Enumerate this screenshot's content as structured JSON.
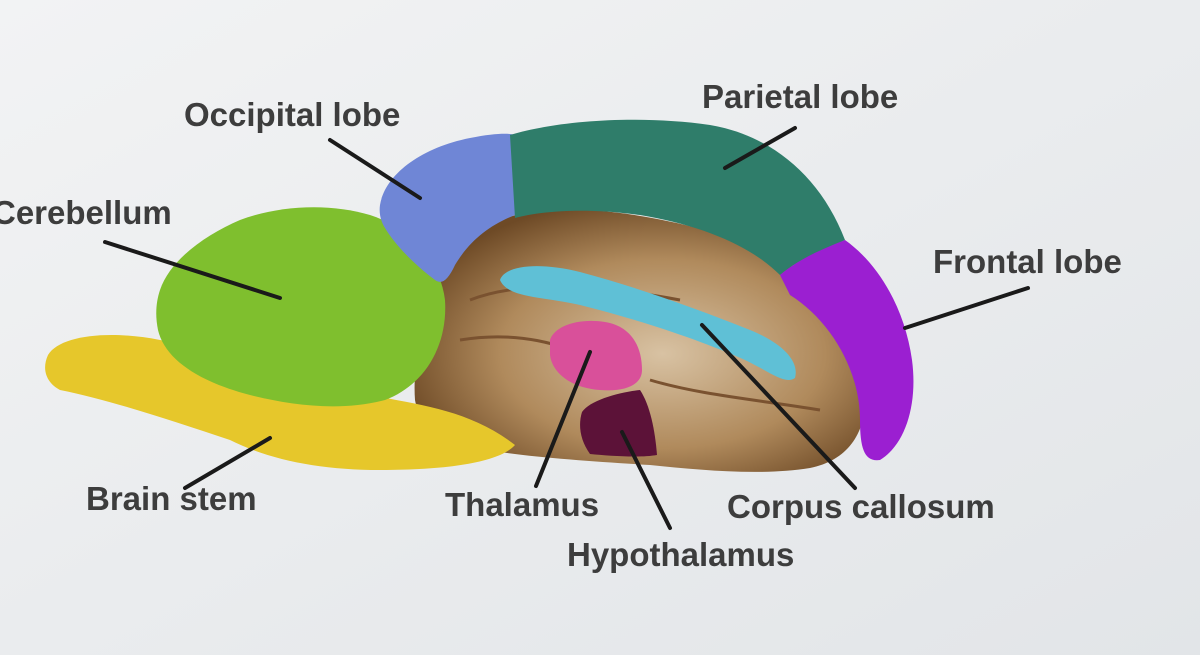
{
  "labels": {
    "occipital": "Occipital lobe",
    "parietal": "Parietal lobe",
    "cerebellum": "Cerebellum",
    "frontal": "Frontal lobe",
    "brain_stem": "Brain stem",
    "thalamus": "Thalamus",
    "corpus_callosum": "Corpus callosum",
    "hypothalamus": "Hypothalamus"
  },
  "colors": {
    "background": "#e9ecef",
    "occipital": "#6f86d6",
    "parietal": "#2f7d6a",
    "cerebellum": "#7fbf2e",
    "frontal": "#9b1fd1",
    "brain_stem": "#e6c72b",
    "thalamus": "#d9509a",
    "corpus_callosum": "#5fc0d6",
    "hypothalamus": "#5c1238",
    "inner_brain": "#a98458",
    "label_text": "#3d3d3d",
    "leader_line": "#1a1a1a"
  }
}
